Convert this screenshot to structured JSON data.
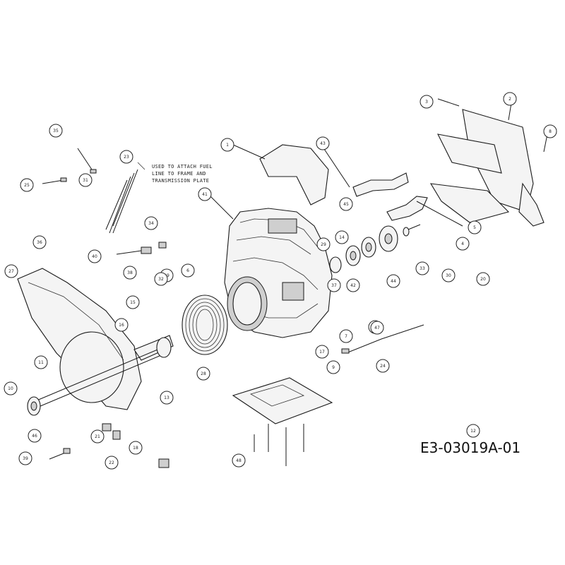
{
  "drawing_code": "E3-03019A-01",
  "note": [
    "USED TO ATTACH FUEL",
    "LINE TO FRAME AND",
    "TRANSMISSION PLATE"
  ],
  "callouts": [
    "1",
    "2",
    "3",
    "4",
    "5",
    "6",
    "7",
    "8",
    "9",
    "10",
    "11",
    "12",
    "13",
    "14",
    "15",
    "16",
    "17",
    "18",
    "19",
    "20",
    "21",
    "22",
    "23",
    "24",
    "25",
    "26",
    "27",
    "28",
    "29",
    "30",
    "31",
    "32",
    "33",
    "34",
    "35",
    "36",
    "37",
    "38",
    "39",
    "40",
    "41",
    "42",
    "43",
    "44",
    "45",
    "46",
    "47",
    "48"
  ],
  "colors": {
    "line": "#1a1a1a",
    "highlight": "#f0d000",
    "background": "#ffffff"
  }
}
